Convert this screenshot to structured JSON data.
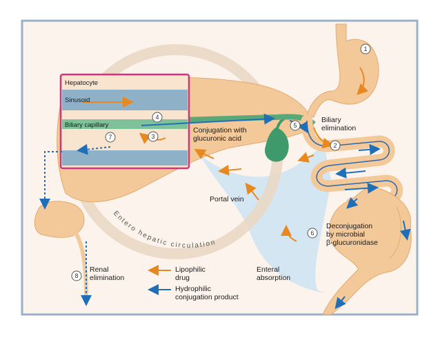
{
  "labels": {
    "hepatocyte": "Hepatocyte",
    "sinusoid": "Sinusoid",
    "biliary_capillary": "Biliary capillary",
    "conjugation_line1": "Conjugation with",
    "conjugation_line2": "glucuronic acid",
    "biliary_elim_line1": "Biliary",
    "biliary_elim_line2": "elimination",
    "portal_vein": "Portal vein",
    "entero": "Entero hepatic circulation",
    "deconj_line1": "Deconjugation",
    "deconj_line2": "by microbial",
    "deconj_line3": "β-glucuronidase",
    "renal_line1": "Renal",
    "renal_line2": "elimination",
    "enteral_line1": "Enteral",
    "enteral_line2": "absorption"
  },
  "legend": {
    "lipophilic_line1": "Lipophilic",
    "lipophilic_line2": "drug",
    "hydrophilic_line1": "Hydrophilic",
    "hydrophilic_line2": "conjugation product"
  },
  "steps": [
    "1",
    "2",
    "3",
    "4",
    "5",
    "6",
    "7",
    "8"
  ],
  "colors": {
    "lipophilic_arrow": "#e8891f",
    "hydrophilic_arrow": "#1f6fb8",
    "liver": "#f3c99a",
    "hepatocyte_frame": "#d0357c",
    "sinusoid": "#8fb1c7",
    "biliary_green": "#5aa878",
    "portal_blue": "#cfe4f3"
  }
}
